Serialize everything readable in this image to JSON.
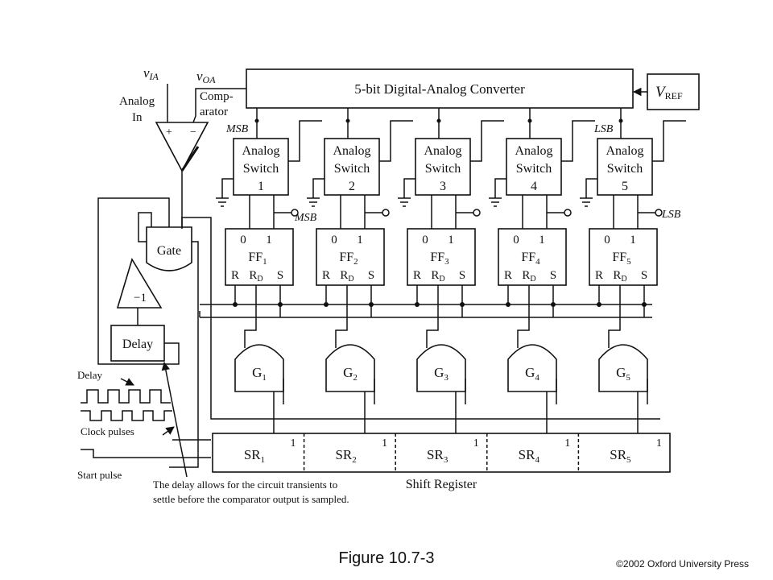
{
  "figure": {
    "caption": "Figure 10.7-3",
    "credit": "©2002 Oxford University Press"
  },
  "dac": {
    "label": "5-bit Digital-Analog Converter"
  },
  "vref": {
    "main": "V",
    "sub": "REF"
  },
  "inputs": {
    "via_main": "v",
    "via_sub": "IA",
    "voa_main": "v",
    "voa_sub": "OA",
    "analog_line1": "Analog",
    "analog_line2": "In"
  },
  "comparator": {
    "line1": "Comp-",
    "line2": "arator",
    "plus": "+",
    "minus": "−"
  },
  "labels": {
    "msb_top": "MSB",
    "lsb_top": "LSB",
    "msb_out": "MSB",
    "lsb_out": "LSB"
  },
  "switch_text": {
    "line1": "Analog",
    "line2": "Switch"
  },
  "switches": [
    "1",
    "2",
    "3",
    "4",
    "5"
  ],
  "flipflop_text": {
    "zero": "0",
    "one": "1",
    "r": "R",
    "rd_main": "R",
    "rd_sub": "D",
    "s": "S",
    "ff": "FF"
  },
  "flipflops": [
    "1",
    "2",
    "3",
    "4",
    "5"
  ],
  "gates": [
    {
      "main": "G",
      "sub": "1"
    },
    {
      "main": "G",
      "sub": "2"
    },
    {
      "main": "G",
      "sub": "3"
    },
    {
      "main": "G",
      "sub": "4"
    },
    {
      "main": "G",
      "sub": "5"
    }
  ],
  "gate_block": {
    "label": "Gate"
  },
  "inverter": {
    "label": "−1"
  },
  "delay_block": {
    "label": "Delay"
  },
  "shift_register": {
    "label": "Shift Register",
    "cell_main": "SR",
    "cells": [
      "1",
      "2",
      "3",
      "4",
      "5"
    ],
    "one": "1"
  },
  "waveforms": {
    "delay": "Delay",
    "clock": "Clock pulses",
    "start": "Start pulse"
  },
  "note": {
    "line1": "The delay allows for the circuit transients to",
    "line2": "settle before the comparator output is sampled."
  }
}
